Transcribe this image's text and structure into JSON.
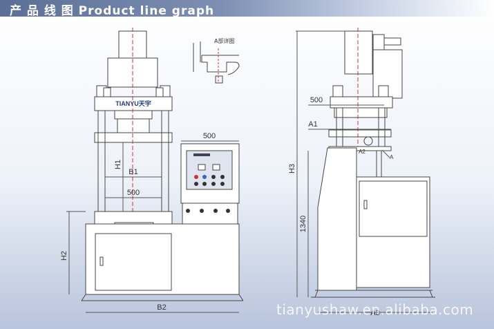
{
  "banner": {
    "title": "产 品 线 图 Product line graph"
  },
  "front_view": {
    "brand": "TIANYU天宇",
    "dims": {
      "width_top": "500",
      "b1": "B1",
      "width_mid": "500",
      "h1": "H1",
      "h2": "H2",
      "b2": "B2"
    }
  },
  "detail_view": {
    "title": "A部详图"
  },
  "side_view": {
    "dims": {
      "width_top": "500",
      "a1": "A1",
      "a2": "A2",
      "a_label": "A",
      "h3": "H3",
      "height": "1340",
      "a3": "A3"
    }
  },
  "watermark": "tianyushaw.en.alibaba.com"
}
